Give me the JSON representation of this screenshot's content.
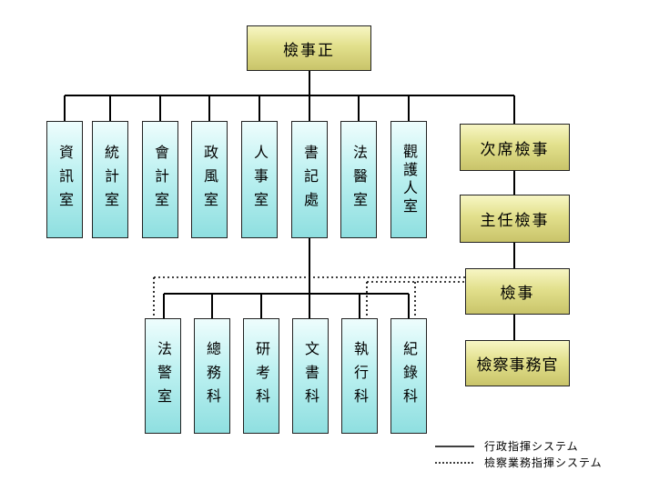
{
  "chief": "檢事正",
  "top_offices": [
    "資訊室",
    "統計室",
    "會計室",
    "政風室",
    "人事室",
    "書記處",
    "法醫室",
    "觀護人室"
  ],
  "right_chain": [
    "次席檢事",
    "主任檢事",
    "檢事",
    "檢察事務官"
  ],
  "sections": [
    "法警室",
    "總務科",
    "研考科",
    "文書科",
    "執行科",
    "紀錄科"
  ],
  "legend": {
    "solid_label": "行政指揮システム",
    "dotted_label": "檢察業務指揮システム"
  },
  "colors": {
    "gold": "#e2e08c",
    "cyan": "#bdf1f1",
    "line": "#000000"
  }
}
